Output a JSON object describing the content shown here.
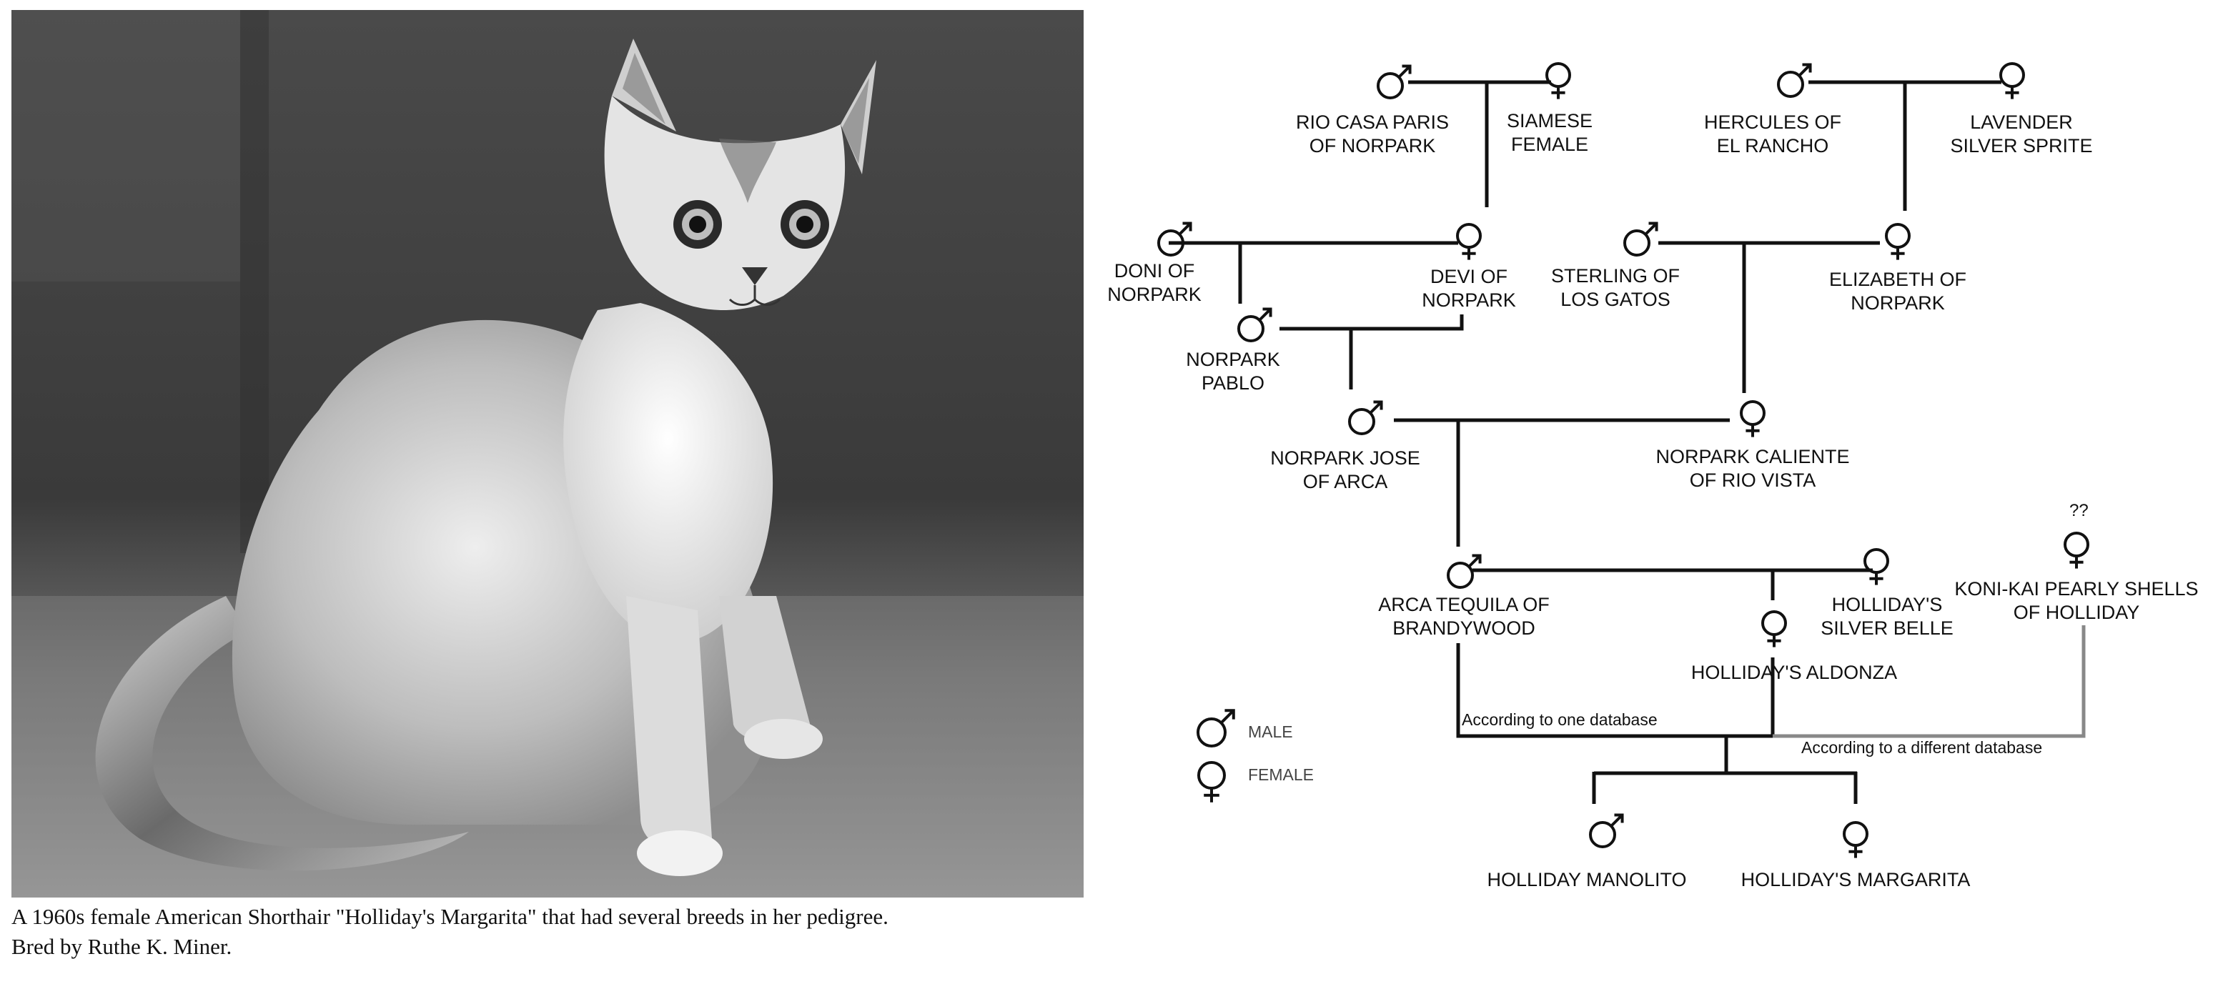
{
  "caption": {
    "line1": "A 1960s female American Shorthair \"Holliday's Margarita\" that had several breeds in her pedigree.",
    "line2": "Bred by Ruthe K. Miner."
  },
  "pedigree": {
    "rio_casa_paris": [
      "RIO CASA PARIS",
      "OF NORPARK"
    ],
    "siamese_female": [
      "SIAMESE",
      "FEMALE"
    ],
    "hercules": [
      "HERCULES OF",
      "EL RANCHO"
    ],
    "lavender": [
      "LAVENDER",
      "SILVER SPRITE"
    ],
    "doni": [
      "DONI OF",
      "NORPARK"
    ],
    "devi": [
      "DEVI OF",
      "NORPARK"
    ],
    "sterling": [
      "STERLING OF",
      "LOS GATOS"
    ],
    "elizabeth": [
      "ELIZABETH OF",
      "NORPARK"
    ],
    "pablo": [
      "NORPARK",
      "PABLO"
    ],
    "jose": [
      "NORPARK JOSE",
      "OF ARCA"
    ],
    "caliente": [
      "NORPARK CALIENTE",
      "OF RIO VISTA"
    ],
    "unknown_marker": "??",
    "koni_kai": [
      "KONI-KAI PEARLY SHELLS",
      "OF HOLLIDAY"
    ],
    "tequila": [
      "ARCA TEQUILA OF",
      "BRANDYWOOD"
    ],
    "silver_belle": [
      "HOLLIDAY'S",
      "SILVER BELLE"
    ],
    "aldonza": [
      "HOLLIDAY'S ALDONZA"
    ],
    "manolito": [
      "HOLLIDAY MANOLITO"
    ],
    "margarita": [
      "HOLLIDAY'S MARGARITA"
    ],
    "db_one": "According to one database",
    "db_two": "According to a different database"
  },
  "legend": {
    "male": "MALE",
    "female": "FEMALE"
  },
  "icons": {
    "male": "male-symbol-icon",
    "female": "female-symbol-icon"
  },
  "colors": {
    "line": "#111111",
    "alt_line": "#888888"
  }
}
